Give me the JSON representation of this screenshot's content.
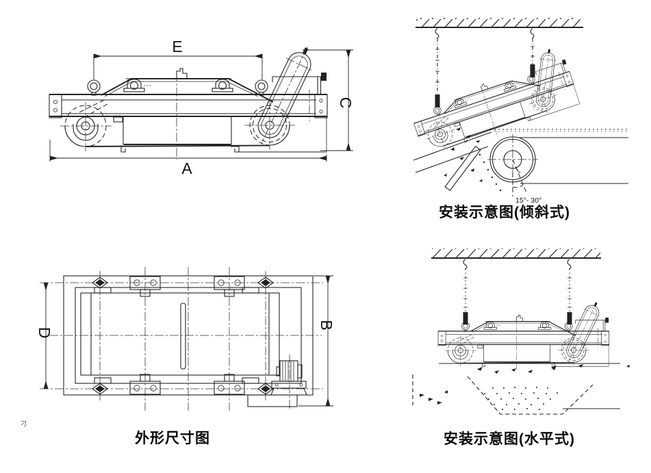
{
  "page": {
    "background": "#ffffff",
    "ink": "#222222"
  },
  "outline_drawing": {
    "caption": "外形尺寸图",
    "dimensions": {
      "length": "A",
      "width": "B",
      "height": "C",
      "inner_width": "D",
      "lug_span": "E"
    }
  },
  "installation_inclined": {
    "caption": "安装示意图(倾斜式)",
    "angle_label": "15°- 30°"
  },
  "installation_horizontal": {
    "caption": "安装示意图(水平式)"
  },
  "margin_mark": "刁"
}
